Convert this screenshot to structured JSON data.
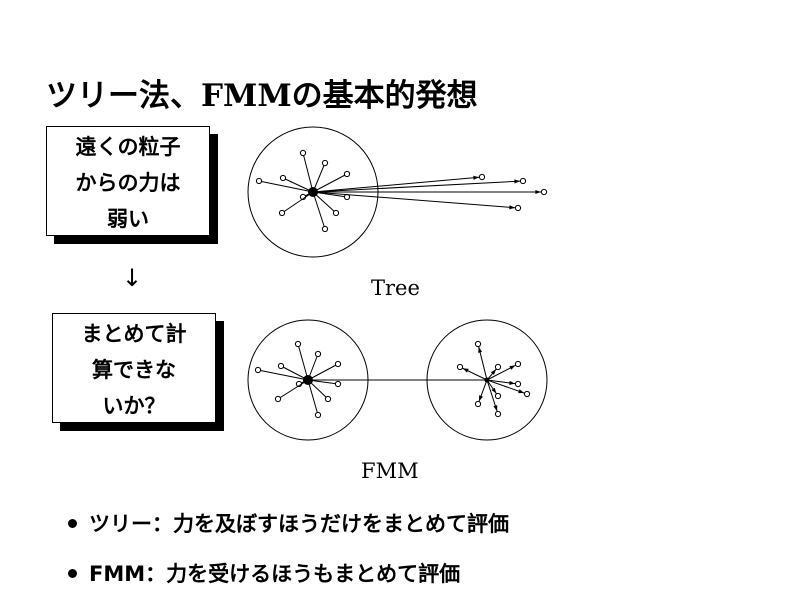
{
  "title": {
    "part1": "ツリー法、",
    "part2": "FMM",
    "part3": "の基本的発想"
  },
  "box1": {
    "lines": [
      "遠くの粒子",
      "からの力は",
      "弱い"
    ]
  },
  "arrow": "↓",
  "box2": {
    "lines": [
      "まとめて計",
      "算できな",
      "いか？"
    ]
  },
  "diagram_tree": {
    "caption": "Tree"
  },
  "diagram_fmm": {
    "caption": "FMM"
  },
  "bullets": [
    "ツリー：力を及ぼすほうだけをまとめて評価",
    "FMM：力を受けるほうもまとめて評価"
  ]
}
